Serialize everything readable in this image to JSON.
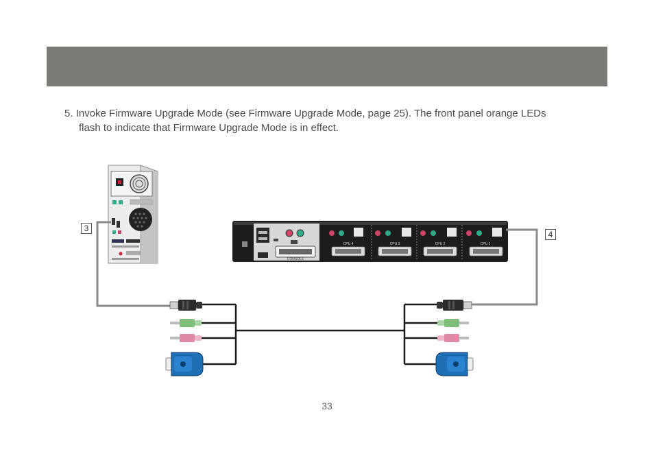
{
  "step": {
    "number": "5.",
    "line1": "Invoke Firmware Upgrade Mode (see Firmware Upgrade Mode, page 25). The front panel orange LEDs",
    "line2": "flash to indicate that Firmware Upgrade Mode is in effect."
  },
  "diagram": {
    "callout_left": "3",
    "callout_right": "4",
    "kvm": {
      "console_label": "CONSOLE",
      "cpu_labels": [
        "CPU 4",
        "CPU 3",
        "CPU 2",
        "CPU 1"
      ]
    }
  },
  "page_number": "33",
  "colors": {
    "header_bar": "#7a7a76",
    "cable": "#1a1a1a",
    "usb_cable": "#8a8a8a",
    "vga_connector": "#1f6fb5",
    "audio_green": "#7dbf7a",
    "audio_pink": "#e08aa6"
  }
}
